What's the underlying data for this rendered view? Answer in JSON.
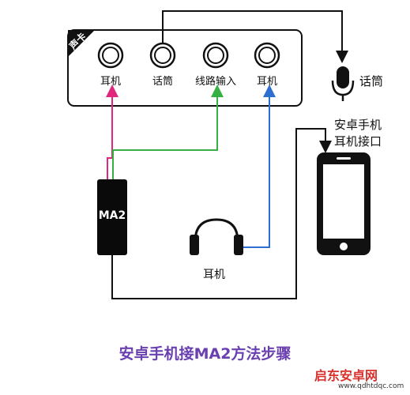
{
  "sound_card": {
    "name": "声卡",
    "ports": [
      {
        "label": "耳机"
      },
      {
        "label": "话筒"
      },
      {
        "label": "线路输入"
      },
      {
        "label": "耳机"
      }
    ]
  },
  "microphone": {
    "label": "话筒"
  },
  "phone": {
    "label_line1": "安卓手机",
    "label_line2": "耳机接口"
  },
  "adapter": {
    "label": "MA2"
  },
  "headphones": {
    "label": "耳机"
  },
  "title": "安卓手机接MA2方法步骤",
  "watermark": {
    "name": "启东安卓网",
    "url": "www.qdhtdqc.com"
  },
  "colors": {
    "pink": "#e0267d",
    "green": "#36b043",
    "blue": "#2d6fd1",
    "black": "#111111",
    "title": "#6a3fb0"
  }
}
